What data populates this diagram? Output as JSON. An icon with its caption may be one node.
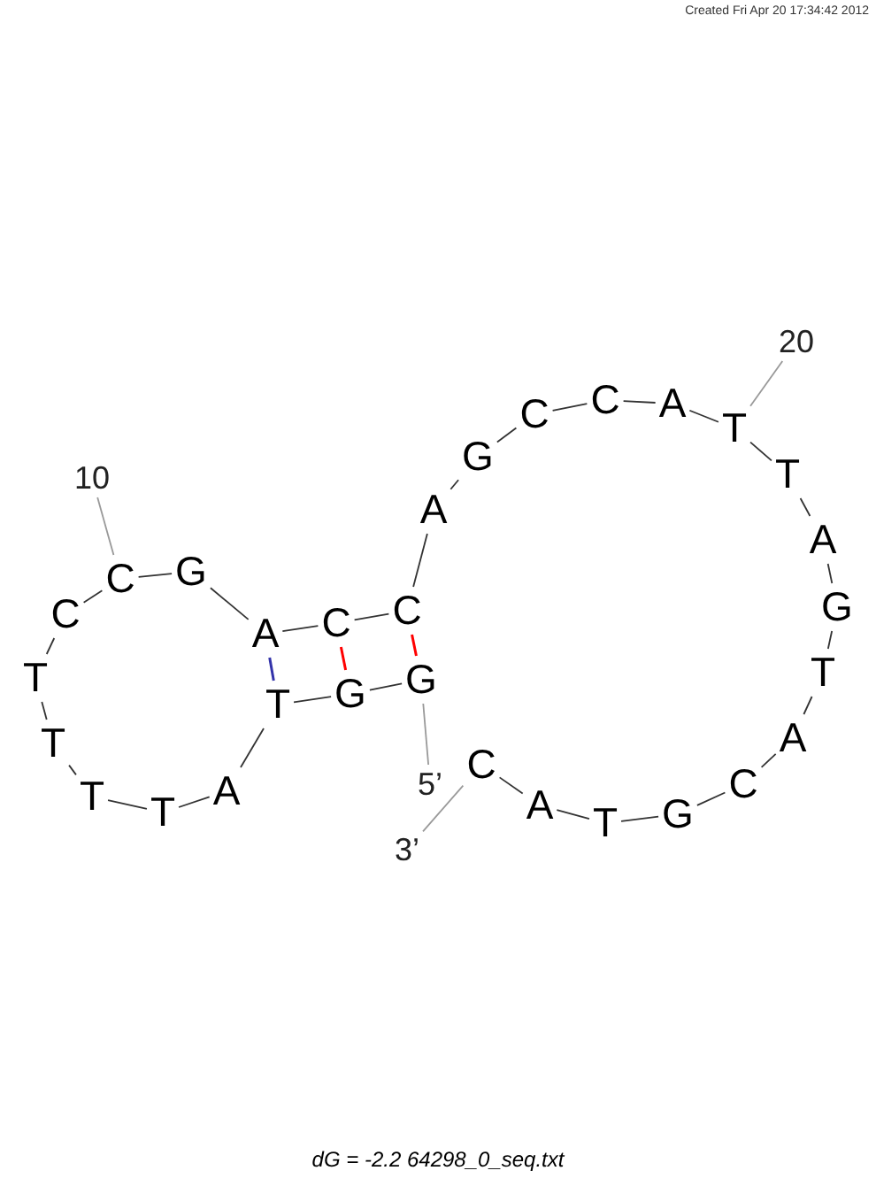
{
  "diagram": {
    "caption": "dG = -2.2 64298_0_seq.txt",
    "nodes": [
      {
        "text": [
          "G"
        ]
      },
      {
        "text": [
          "G"
        ]
      },
      {
        "text": [
          "T"
        ]
      },
      {
        "text": [
          "A"
        ]
      },
      {
        "text": [
          "T"
        ]
      },
      {
        "text": [
          "T"
        ]
      },
      {
        "text": [
          "T"
        ]
      },
      {
        "text": [
          "T"
        ]
      },
      {
        "text": [
          "C"
        ]
      },
      {
        "text": [
          "C"
        ]
      },
      {
        "text": [
          "G"
        ]
      },
      {
        "text": [
          "A"
        ]
      },
      {
        "text": [
          "C"
        ]
      },
      {
        "text": [
          "C"
        ]
      },
      {
        "text": [
          "A"
        ]
      },
      {
        "text": [
          "G"
        ]
      },
      {
        "text": [
          "C"
        ]
      },
      {
        "text": [
          "C"
        ]
      },
      {
        "text": [
          "A"
        ]
      },
      {
        "text": [
          "T"
        ]
      },
      {
        "text": [
          "T"
        ]
      },
      {
        "text": [
          "A"
        ]
      },
      {
        "text": [
          "G"
        ]
      },
      {
        "text": [
          "T"
        ]
      },
      {
        "text": [
          "A"
        ]
      },
      {
        "text": [
          "C"
        ]
      },
      {
        "text": [
          "G"
        ]
      },
      {
        "text": [
          "T"
        ]
      },
      {
        "text": [
          "A"
        ]
      },
      {
        "text": [
          "C"
        ]
      },
      {
        "text": [
          "10"
        ]
      },
      {
        "text": [
          "20"
        ]
      },
      {
        "text": [
          "5’"
        ]
      },
      {
        "text": [
          "3’"
        ]
      }
    ],
    "edges": [
      {
        "from": 0,
        "to": 1,
        "arrow": "none"
      },
      {
        "from": 1,
        "to": 2,
        "arrow": "none"
      },
      {
        "from": 2,
        "to": 3,
        "arrow": "none"
      },
      {
        "from": 3,
        "to": 4,
        "arrow": "none"
      },
      {
        "from": 4,
        "to": 5,
        "arrow": "none"
      },
      {
        "from": 5,
        "to": 6,
        "arrow": "none"
      },
      {
        "from": 6,
        "to": 7,
        "arrow": "none"
      },
      {
        "from": 7,
        "to": 8,
        "arrow": "none"
      },
      {
        "from": 8,
        "to": 9,
        "arrow": "none"
      },
      {
        "from": 9,
        "to": 10,
        "arrow": "none"
      },
      {
        "from": 10,
        "to": 11,
        "arrow": "none"
      },
      {
        "from": 11,
        "to": 12,
        "arrow": "none"
      },
      {
        "from": 12,
        "to": 13,
        "arrow": "none"
      },
      {
        "from": 13,
        "to": 14,
        "arrow": "none"
      },
      {
        "from": 14,
        "to": 15,
        "arrow": "none"
      },
      {
        "from": 15,
        "to": 16,
        "arrow": "none"
      },
      {
        "from": 16,
        "to": 17,
        "arrow": "none"
      },
      {
        "from": 17,
        "to": 18,
        "arrow": "none"
      },
      {
        "from": 18,
        "to": 19,
        "arrow": "none"
      },
      {
        "from": 19,
        "to": 20,
        "arrow": "none"
      },
      {
        "from": 20,
        "to": 21,
        "arrow": "none"
      },
      {
        "from": 21,
        "to": 22,
        "arrow": "none"
      },
      {
        "from": 22,
        "to": 23,
        "arrow": "none"
      },
      {
        "from": 23,
        "to": 24,
        "arrow": "none"
      },
      {
        "from": 24,
        "to": 25,
        "arrow": "none"
      },
      {
        "from": 25,
        "to": 26,
        "arrow": "none"
      },
      {
        "from": 26,
        "to": 27,
        "arrow": "none"
      },
      {
        "from": 27,
        "to": 28,
        "arrow": "none"
      },
      {
        "from": 28,
        "to": 29,
        "arrow": "none"
      },
      {
        "from": 11,
        "to": 2,
        "arrow": "none",
        "color": "#3333aa"
      },
      {
        "from": 12,
        "to": 1,
        "arrow": "none",
        "color": "#ff0000"
      },
      {
        "from": 13,
        "to": 0,
        "arrow": "none",
        "color": "#ff0000"
      },
      {
        "from": 30,
        "to": 9,
        "arrow": "none",
        "color": "#999999"
      },
      {
        "from": 31,
        "to": 19,
        "arrow": "none",
        "color": "#999999"
      },
      {
        "from": 32,
        "to": 0,
        "arrow": "none",
        "color": "#999999"
      },
      {
        "from": 33,
        "to": 29,
        "arrow": "none",
        "color": "#999999"
      }
    ],
    "labels": [
      "Created Fri Apr 20 17:34:42 2012"
    ]
  }
}
